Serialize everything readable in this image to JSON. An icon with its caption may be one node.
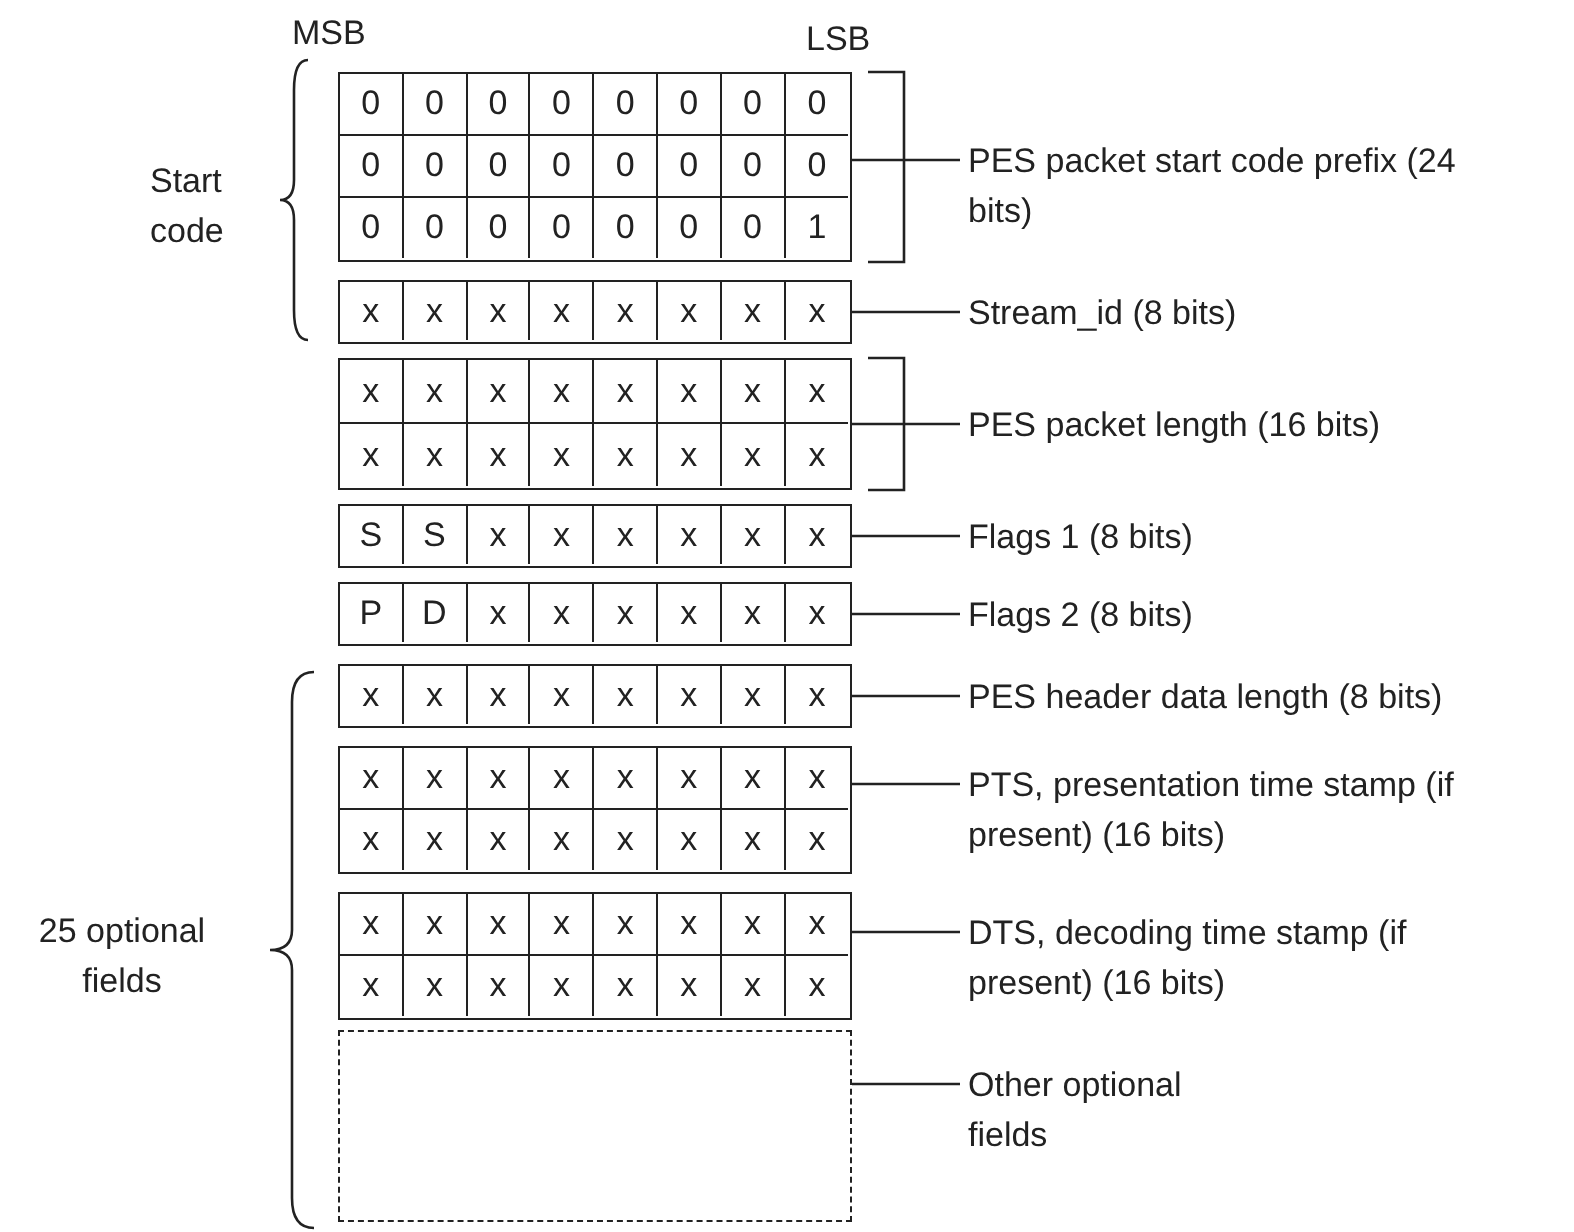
{
  "diagram": {
    "nodes": [
      {
        "text": [],
        "shape": "box"
      },
      {
        "text": [
          "PES packet start code prefix (24 bits)"
        ]
      },
      {
        "text": [],
        "shape": "box"
      },
      {
        "text": [
          "Stream_id (8 bits)"
        ]
      },
      {
        "text": [],
        "shape": "box"
      },
      {
        "text": [
          "PES packet length (16 bits)"
        ]
      },
      {
        "text": [],
        "shape": "box"
      },
      {
        "text": [
          "Flags 1 (8 bits)"
        ]
      },
      {
        "text": [],
        "shape": "box"
      },
      {
        "text": [
          "Flags 2 (8 bits)"
        ]
      },
      {
        "text": [],
        "shape": "box"
      },
      {
        "text": [
          "PES header data length (8 bits)"
        ]
      },
      {
        "text": [],
        "shape": "box"
      },
      {
        "text": [
          "PTS, presentation time stamp (if present) (16 bits)"
        ]
      },
      {
        "text": [],
        "shape": "box"
      },
      {
        "text": [
          "DTS, decoding time stamp (if present) (16 bits)"
        ]
      },
      {
        "text": [],
        "shape": "box"
      },
      {
        "text": [
          "Other optional fields"
        ]
      }
    ],
    "edges": [
      {
        "from": 1,
        "to": 0,
        "arrow": "none"
      },
      {
        "from": 3,
        "to": 2,
        "arrow": "none"
      },
      {
        "from": 5,
        "to": 4,
        "arrow": "none"
      },
      {
        "from": 7,
        "to": 6,
        "arrow": "none"
      },
      {
        "from": 9,
        "to": 8,
        "arrow": "none"
      },
      {
        "from": 11,
        "to": 10,
        "arrow": "none"
      },
      {
        "from": 13,
        "to": 12,
        "arrow": "none"
      },
      {
        "from": 15,
        "to": 14,
        "arrow": "none"
      },
      {
        "from": 17,
        "to": 16,
        "arrow": "none"
      }
    ],
    "labels": [
      "MSB",
      "LSB",
      "Start code",
      "0",
      "0",
      "0",
      "0",
      "0",
      "0",
      "0",
      "0",
      "0",
      "0",
      "0",
      "0",
      "0",
      "0",
      "0",
      "0",
      "0",
      "0",
      "0",
      "0",
      "0",
      "0",
      "0",
      "1",
      "x",
      "x",
      "x",
      "x",
      "x",
      "x",
      "x",
      "x",
      "x",
      "x",
      "x",
      "x",
      "x",
      "x",
      "x",
      "x",
      "x",
      "x",
      "x",
      "x",
      "x",
      "x",
      "x",
      "x",
      "S",
      "S",
      "x",
      "x",
      "x",
      "x",
      "x",
      "x",
      "P",
      "D",
      "x",
      "x",
      "x",
      "x",
      "x",
      "x",
      "x",
      "x",
      "x",
      "x",
      "x",
      "x",
      "x",
      "x",
      "x",
      "x",
      "x",
      "x",
      "x",
      "x",
      "x",
      "x",
      "x",
      "x",
      "x",
      "x",
      "x",
      "x",
      "x",
      "x",
      "x",
      "x",
      "x",
      "x",
      "x",
      "x",
      "x",
      "x",
      "x",
      "x",
      "x",
      "x",
      "x",
      "x",
      "x",
      "x",
      "25 optional fields"
    ]
  }
}
